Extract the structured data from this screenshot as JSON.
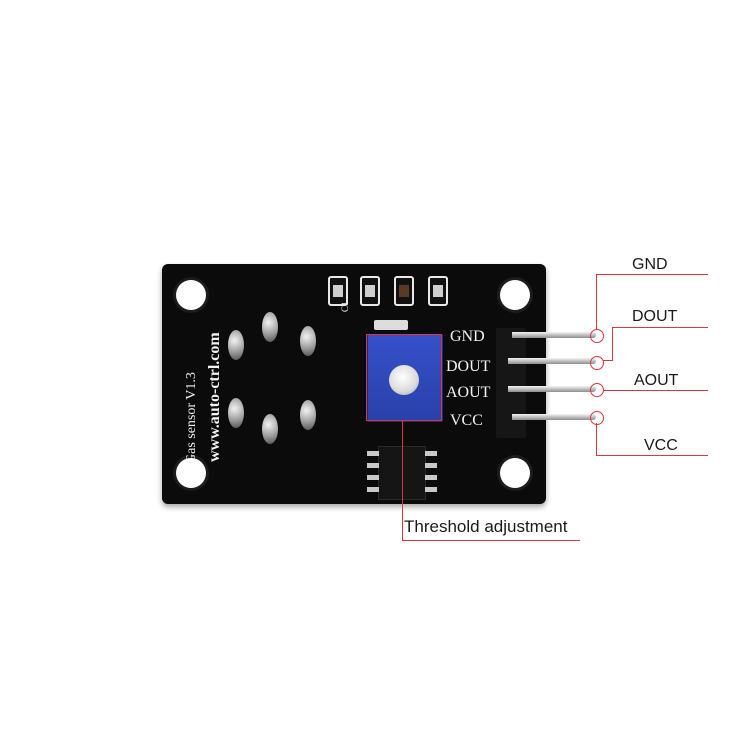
{
  "board": {
    "title_line": "Gas sensor  V1.3",
    "url_line": "www.auto-ctrl.com",
    "smd_label": "C1",
    "pin_labels": [
      "GND",
      "DOUT",
      "AOUT",
      "VCC"
    ]
  },
  "callouts": {
    "pins": [
      "GND",
      "DOUT",
      "AOUT",
      "VCC"
    ],
    "threshold": "Threshold adjustment"
  },
  "colors": {
    "pcb": "#0b0b0b",
    "potentiometer": "#2f4ac0",
    "annotation_line": "#d9363e"
  }
}
